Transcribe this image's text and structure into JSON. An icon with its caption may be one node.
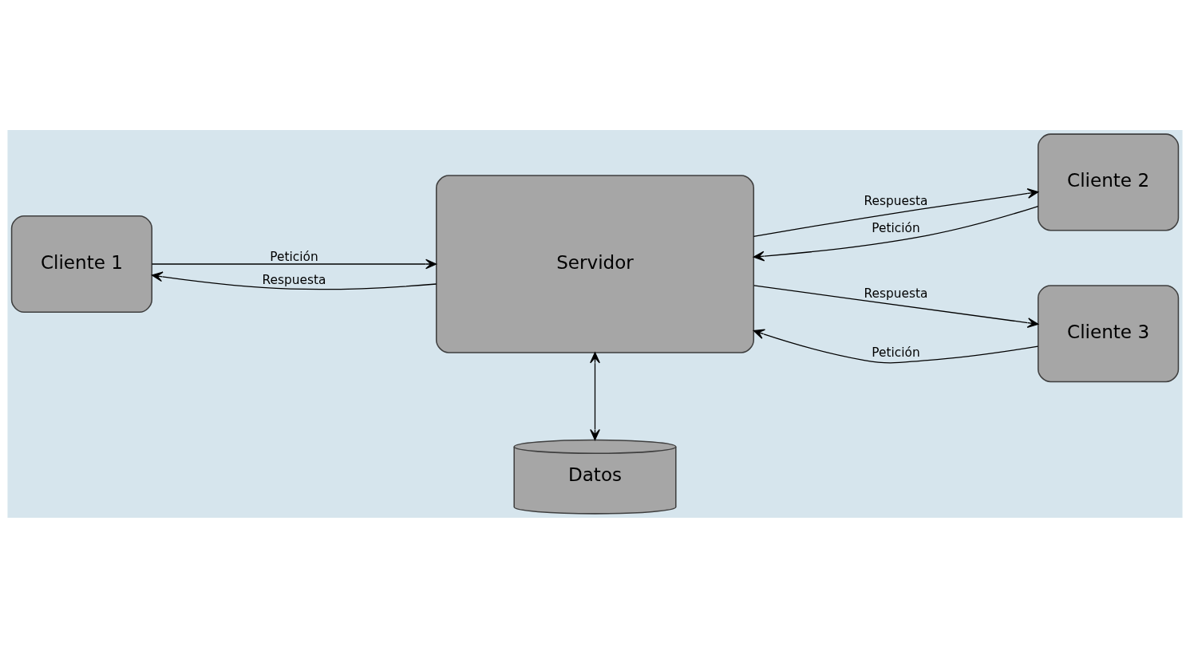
{
  "diagram": {
    "nodes": [
      {
        "text": [
          "Cliente 1"
        ]
      },
      {
        "text": [
          "Cliente 2"
        ]
      },
      {
        "text": [
          "Cliente 3"
        ]
      },
      {
        "text": [
          "Servidor"
        ]
      },
      {
        "text": [
          "Datos"
        ]
      }
    ],
    "edges": [
      {
        "from": 0,
        "to": 3,
        "arrow": "to",
        "label": "Petición"
      },
      {
        "from": 3,
        "to": 0,
        "arrow": "to",
        "label": "Respuesta"
      },
      {
        "from": 1,
        "to": 3,
        "arrow": "to",
        "label": "Petición"
      },
      {
        "from": 3,
        "to": 1,
        "arrow": "to",
        "label": "Respuesta"
      },
      {
        "from": 2,
        "to": 3,
        "arrow": "to",
        "label": "Petición"
      },
      {
        "from": 3,
        "to": 2,
        "arrow": "to",
        "label": "Respuesta"
      },
      {
        "from": 3,
        "to": 4,
        "arrow": "both"
      }
    ]
  }
}
